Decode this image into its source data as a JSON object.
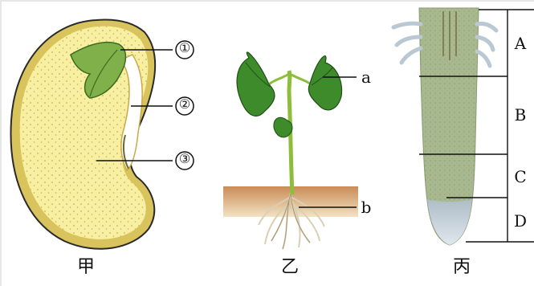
{
  "captions": [
    "甲",
    "乙",
    "丙"
  ],
  "seed_labels": [
    "①",
    "②",
    "③"
  ],
  "seedling_labels": [
    "a",
    "b"
  ],
  "root_zones": [
    "A",
    "B",
    "C",
    "D"
  ],
  "colors": {
    "seed_coat": "#e8d98a",
    "cotyledon": "#f6ef9c",
    "leaf": "#3a8a2a",
    "soil": "#d8b07a",
    "root_body": "#a9b98f",
    "root_cap": "#c9d4df"
  }
}
